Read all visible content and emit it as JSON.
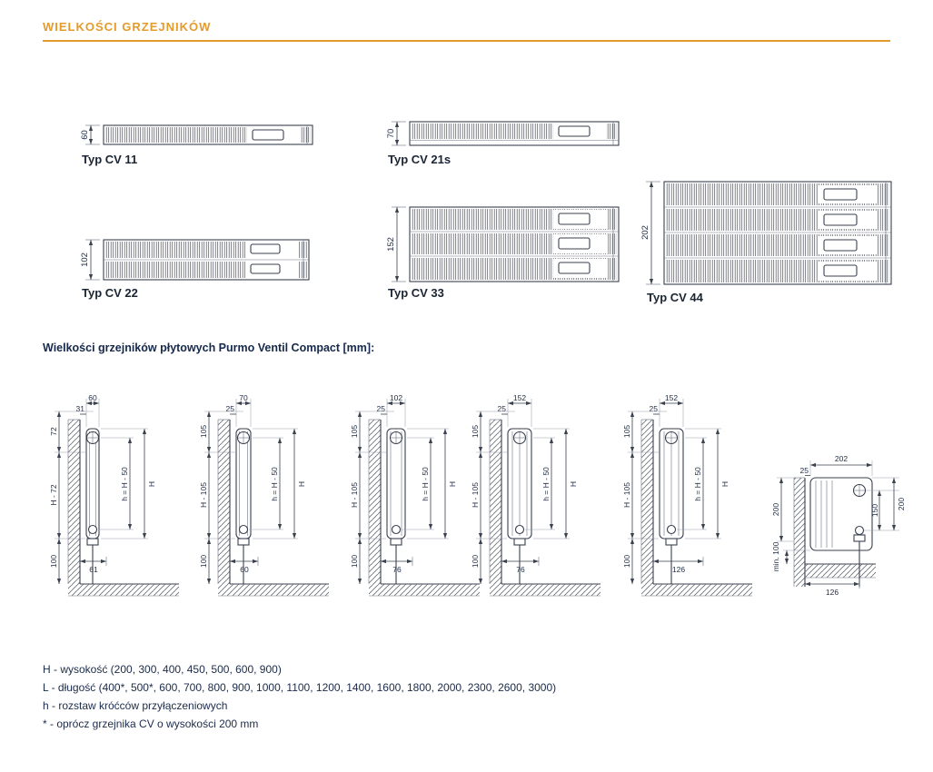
{
  "colors": {
    "accent": "#E49B2D",
    "ink": "#1B2B4A",
    "line": "#39404E"
  },
  "header": {
    "title": "WIELKOŚCI GRZEJNIKÓW"
  },
  "plan_views": [
    {
      "label": "Typ CV 11",
      "depth": "60"
    },
    {
      "label": "Typ CV 21s",
      "depth": "70"
    },
    {
      "label": "Typ CV 22",
      "depth": "102"
    },
    {
      "label": "Typ CV 33",
      "depth": "152"
    },
    {
      "label": "Typ CV 44",
      "depth": "202"
    }
  ],
  "section_title": "Wielkości grzejników płytowych Purmo Ventil Compact [mm]:",
  "side_views": [
    {
      "depth": "60",
      "wall_gap": "31",
      "top_offset": "72",
      "mid_height": "H - 72",
      "floor_clearance": "100",
      "pipe_offset": "61",
      "pipe_spacing": "h = H - 50",
      "height": "H"
    },
    {
      "depth": "70",
      "wall_gap": "25",
      "top_offset": "105",
      "mid_height": "H - 105",
      "floor_clearance": "100",
      "pipe_offset": "60",
      "pipe_spacing": "h = H - 50",
      "height": "H"
    },
    {
      "depth": "102",
      "wall_gap": "25",
      "top_offset": "105",
      "mid_height": "H - 105",
      "floor_clearance": "100",
      "pipe_offset": "76",
      "pipe_spacing": "h = H - 50",
      "height": "H"
    },
    {
      "depth": "152",
      "wall_gap": "25",
      "top_offset": "105",
      "mid_height": "H - 105",
      "floor_clearance": "100",
      "pipe_offset": "76",
      "pipe_spacing": "h = H - 50",
      "height": "H"
    },
    {
      "depth": "152",
      "wall_gap": "25",
      "top_offset": "105",
      "mid_height": "H - 105",
      "floor_clearance": "100",
      "pipe_offset": "126",
      "pipe_spacing": "h = H - 50",
      "height": "H"
    }
  ],
  "detail_view": {
    "depth": "202",
    "wall_gap": "25",
    "left_height": "200",
    "conn_spacing": "150",
    "right_height": "200",
    "floor_clearance": "min. 100",
    "pipe_offset": "126"
  },
  "legend": {
    "lines": [
      "H - wysokość (200, 300, 400, 450, 500, 600, 900)",
      "L - długość (400*, 500*, 600, 700, 800, 900, 1000, 1100, 1200, 1400, 1600, 1800, 2000, 2300, 2600, 3000)",
      "h - rozstaw króćców przyłączeniowych",
      "* - oprócz grzejnika CV o wysokości 200 mm"
    ]
  }
}
